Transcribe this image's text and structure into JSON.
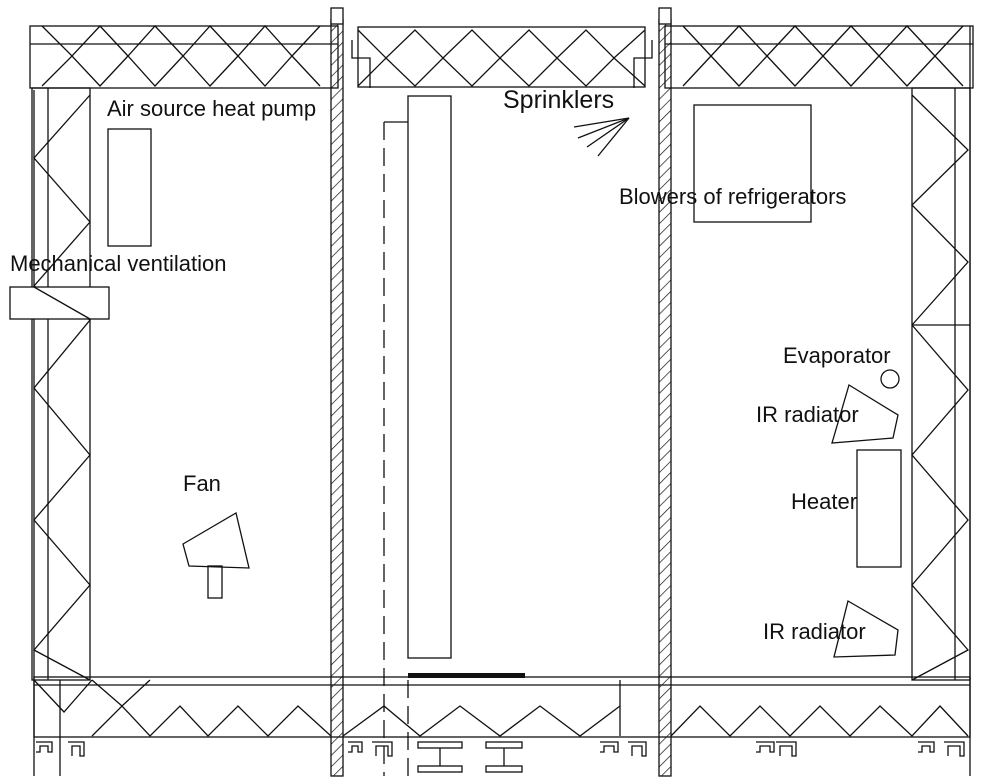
{
  "labels": {
    "air_source_heat_pump": "Air source heat pump",
    "sprinklers": "Sprinklers",
    "blowers": "Blowers of refrigerators",
    "mechanical_ventilation": "Mechanical ventilation",
    "evaporator": "Evaporator",
    "ir_radiator_upper": "IR radiator",
    "heater": "Heater",
    "fan": "Fan",
    "ir_radiator_lower": "IR radiator"
  },
  "colors": {
    "line": "#111111",
    "background": "#ffffff"
  }
}
